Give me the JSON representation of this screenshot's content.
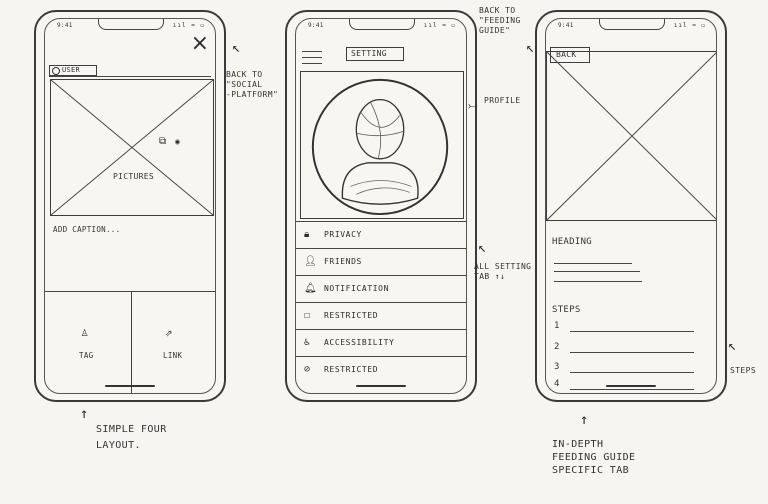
{
  "phones": {
    "social": {
      "time": "9:41",
      "status": "ııl ≈ ▭",
      "close_icon": "×",
      "user_label": "USER",
      "pictures_label": "PICTURES",
      "caption_placeholder": "ADD CAPTION...",
      "tag_label": "TAG",
      "link_label": "LINK"
    },
    "settings": {
      "time": "9:41",
      "status": "ııl ≈ ▭",
      "title": "SETTING",
      "menu_items": [
        {
          "label": "PRIVACY",
          "icon": "🔒︎"
        },
        {
          "label": "FRIENDS",
          "icon": "👤︎"
        },
        {
          "label": "NOTIFICATION",
          "icon": "🔔︎"
        },
        {
          "label": "RESTRICTED",
          "icon": "☐"
        },
        {
          "label": "ACCESSIBILITY",
          "icon": "♿︎"
        },
        {
          "label": "RESTRICTED",
          "icon": "⊘"
        }
      ]
    },
    "guide": {
      "time": "9:41",
      "status": "ııl ≈ ▭",
      "back_label": "BACK",
      "heading": "HEADING",
      "steps_label": "STEPS",
      "steps": [
        "1",
        "2",
        "3",
        "4"
      ]
    }
  },
  "annotations": {
    "back_social": "BACK TO\n\"SOCIAL\n-PLATFORM\"",
    "back_feeding": "BACK TO\n\"FEEDING\nGUIDE\"",
    "profile": "PROFILE",
    "all_setting": "ALL SETTING\nTAB ↑↓",
    "steps": "STEPS",
    "simple_four": "SIMPLE FOUR\nLAYOUT.",
    "in_depth": "IN-DEPTH\nFEEDING GUIDE\nSPECIFIC TAB"
  }
}
